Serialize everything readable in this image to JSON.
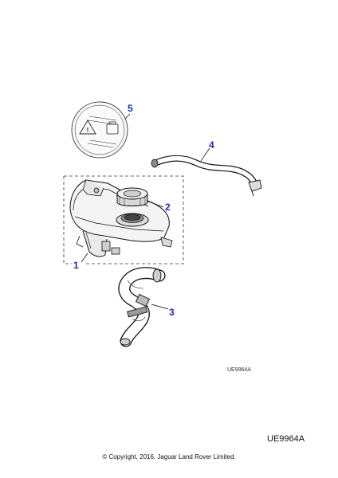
{
  "callouts": [
    {
      "id": "1",
      "part": "expansion-tank"
    },
    {
      "id": "2",
      "part": "filler-cap"
    },
    {
      "id": "3",
      "part": "hose-assembly"
    },
    {
      "id": "4",
      "part": "vent-hose"
    },
    {
      "id": "5",
      "part": "warning-label"
    }
  ],
  "image_code": "UE9964A",
  "reference_code": "UE9964A",
  "copyright": "© Copyright, 2016. Jaguar Land Rover Limited.",
  "colors": {
    "callout": "#1a2fb0",
    "line": "#000000"
  }
}
